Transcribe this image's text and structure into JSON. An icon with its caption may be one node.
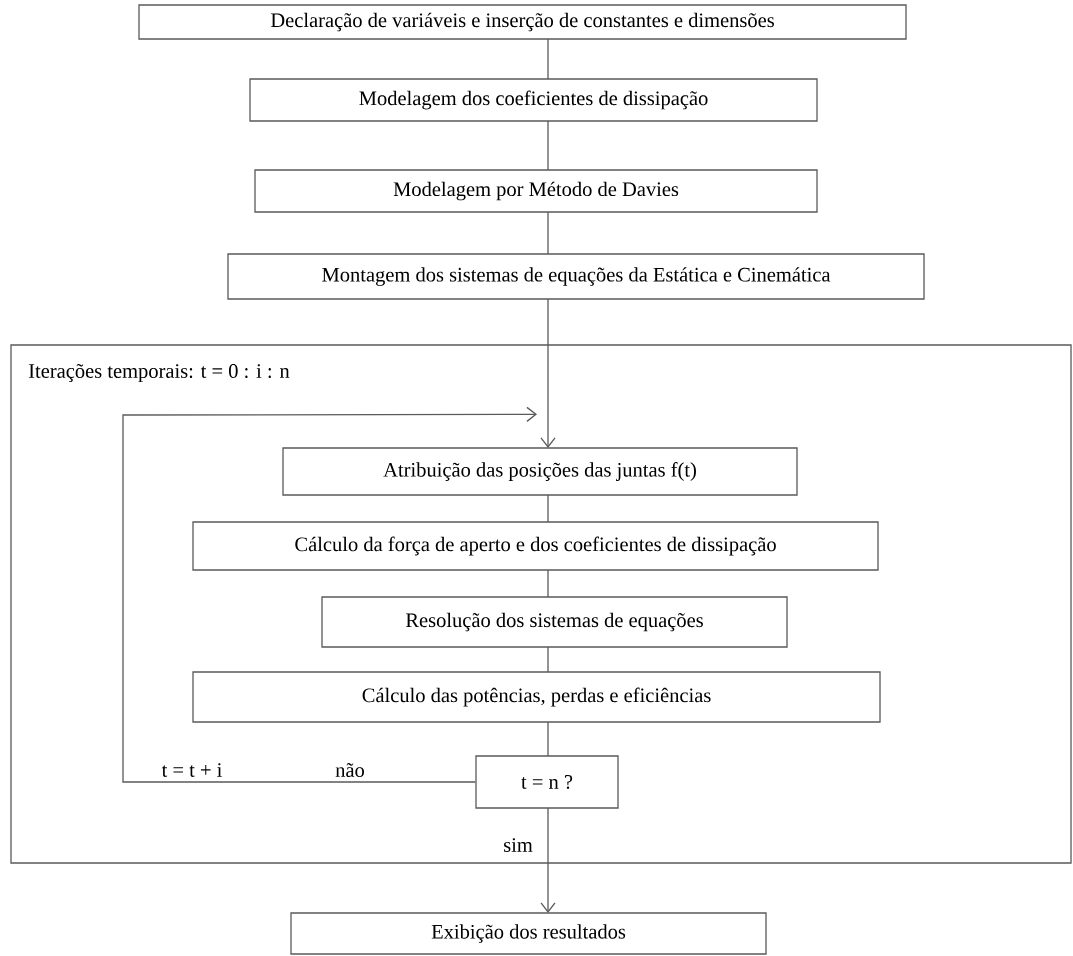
{
  "diagram": {
    "nodes": [
      {
        "text": [
          "Declaração de variáveis e inserção de constantes e dimensões"
        ]
      },
      {
        "text": [
          "Modelagem dos coeficientes de dissipação"
        ]
      },
      {
        "text": [
          "Modelagem por Método de Davies"
        ]
      },
      {
        "text": [
          "Montagem dos sistemas de equações da Estática e Cinemática"
        ]
      },
      {
        "text": [
          "Iterações temporais: t = 0 : i : n"
        ]
      },
      {
        "text": [
          "Atribuição das posições das juntas f(t)"
        ],
        "in": 4
      },
      {
        "text": [
          "Cálculo da força de aperto e dos coeficientes de dissipação"
        ],
        "in": 4
      },
      {
        "text": [
          "Resolução dos sistemas de equações"
        ],
        "in": 4
      },
      {
        "text": [
          "Cálculo das potências, perdas e eficiências"
        ],
        "in": 4
      },
      {
        "text": [
          "t = n ?"
        ],
        "in": 4
      },
      {
        "text": [
          "Exibição dos resultados"
        ]
      }
    ],
    "edges": [
      {
        "from": 0,
        "to": 1,
        "arrow": "none"
      },
      {
        "from": 1,
        "to": 2,
        "arrow": "none"
      },
      {
        "from": 2,
        "to": 3,
        "arrow": "none"
      },
      {
        "from": 3,
        "to": 5,
        "arrow": "to"
      },
      {
        "from": 5,
        "to": 6,
        "arrow": "none"
      },
      {
        "from": 6,
        "to": 7,
        "arrow": "none"
      },
      {
        "from": 7,
        "to": 8,
        "arrow": "none"
      },
      {
        "from": 8,
        "to": 9,
        "arrow": "none"
      },
      {
        "from": 9,
        "to": 5,
        "arrow": "to",
        "label": "não"
      },
      {
        "from": 9,
        "to": 10,
        "arrow": "to",
        "label": "sim"
      }
    ],
    "labels": [
      "t = t + i"
    ]
  }
}
